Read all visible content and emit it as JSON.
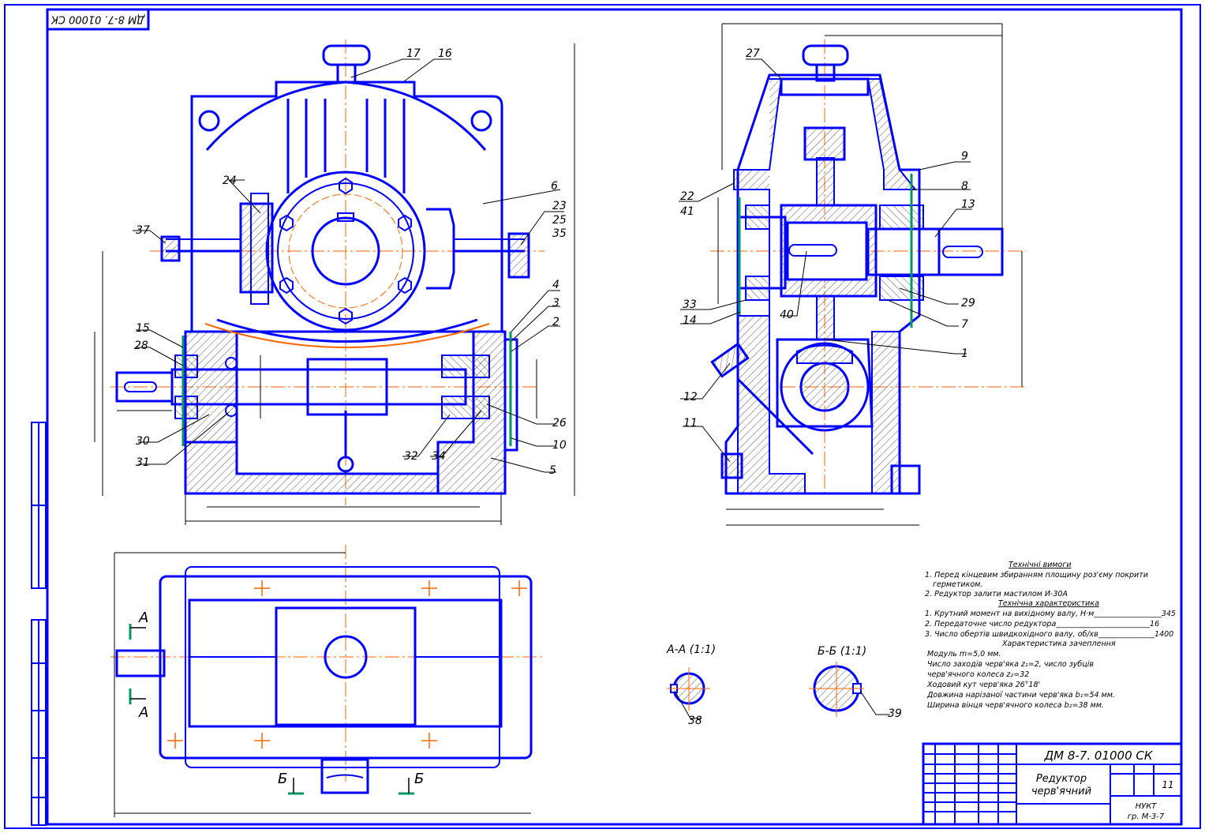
{
  "stamp_code": "ДМ 8-7. 01000 СК",
  "title_block": {
    "designation": "ДМ 8-7. 01000 СК",
    "name_line1": "Редуктор",
    "name_line2": "черв'ячний",
    "sheets_count": "11",
    "org_line1": "НУКТ",
    "org_line2": "гр. М-3-7"
  },
  "section_labels": {
    "aa": "А-А (1:1)",
    "bb": "Б-Б (1:1)",
    "a_upper": "А",
    "a_lower": "А",
    "b_left": "Б",
    "b_right": "Б"
  },
  "part_numbers": {
    "front": [
      "17",
      "16",
      "24",
      "6",
      "37",
      "23",
      "25",
      "35",
      "4",
      "3",
      "2",
      "15",
      "28",
      "30",
      "31",
      "32",
      "34",
      "26",
      "10",
      "5"
    ],
    "side": [
      "27",
      "9",
      "8",
      "22",
      "41",
      "13",
      "33",
      "14",
      "40",
      "29",
      "7",
      "1",
      "12",
      "11"
    ],
    "sections": [
      "38",
      "39"
    ]
  },
  "notes": {
    "tech_req_title": "Технічні вимоги",
    "tech_req": [
      "1. Перед кінцевим збиранням площину роз'єму покрити",
      "герметиком.",
      "2. Редуктор залити мастилом И-30А"
    ],
    "tech_char_title": "Технічна характеристика",
    "tech_char": [
      "1. Крутний момент на вихідному валу, Н·м__________________345",
      "2. Передаточне число редуктора_________________________16",
      "3. Число обертів швидкохідного валу, об/хв_______________1400"
    ],
    "mesh_title": "Характеристика зачеплення",
    "mesh": [
      "Модуль m=5,0 мм.",
      "Число заходів черв'яка z₁=2, число зубців",
      "черв'ячного колеса z₂=32",
      "Ходовий кут черв'яка 26°18'",
      "Довжина нарізаної частини черв'яка b₁=54 мм.",
      "Ширина вінця черв'ячного колеса b₂=38 мм."
    ]
  },
  "colors": {
    "outline": "#0000ff",
    "axis": "#ff6600",
    "dimension": "#000000",
    "seal": "#009966"
  }
}
